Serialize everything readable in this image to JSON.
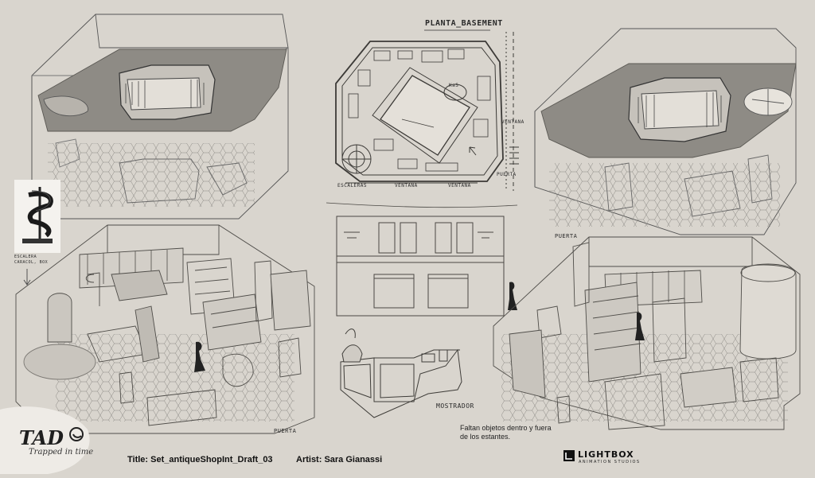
{
  "sheet": {
    "plan_title": "PLANTA_BASEMENT",
    "plan_labels": {
      "ventana_right": "VENTANA",
      "puerta_right": "PUERTA",
      "escaleras": "ESCALERAS",
      "ventana_bottom_1": "VENTANA",
      "ventana_bottom_2": "VENTANA",
      "kas": "KaS"
    },
    "reference_caption_1": "ESCALERA",
    "reference_caption_2": "CARACOL, BOX",
    "puerta_top_right": "PUERTA",
    "puerta_bottom_left": "PUERTA",
    "mostrador": "MOSTRADOR",
    "note": "Faltan objetos dentro y fuera de los estantes.",
    "title": "Title: Set_antiqueShopInt_Draft_03",
    "artist": "Artist: Sara Gianassi",
    "studio_logo": "LIGHTBOX",
    "studio_logo_sub": "ANIMATION STUDIOS",
    "show_logo": "TAD",
    "show_logo_sub": "Trapped in time"
  }
}
